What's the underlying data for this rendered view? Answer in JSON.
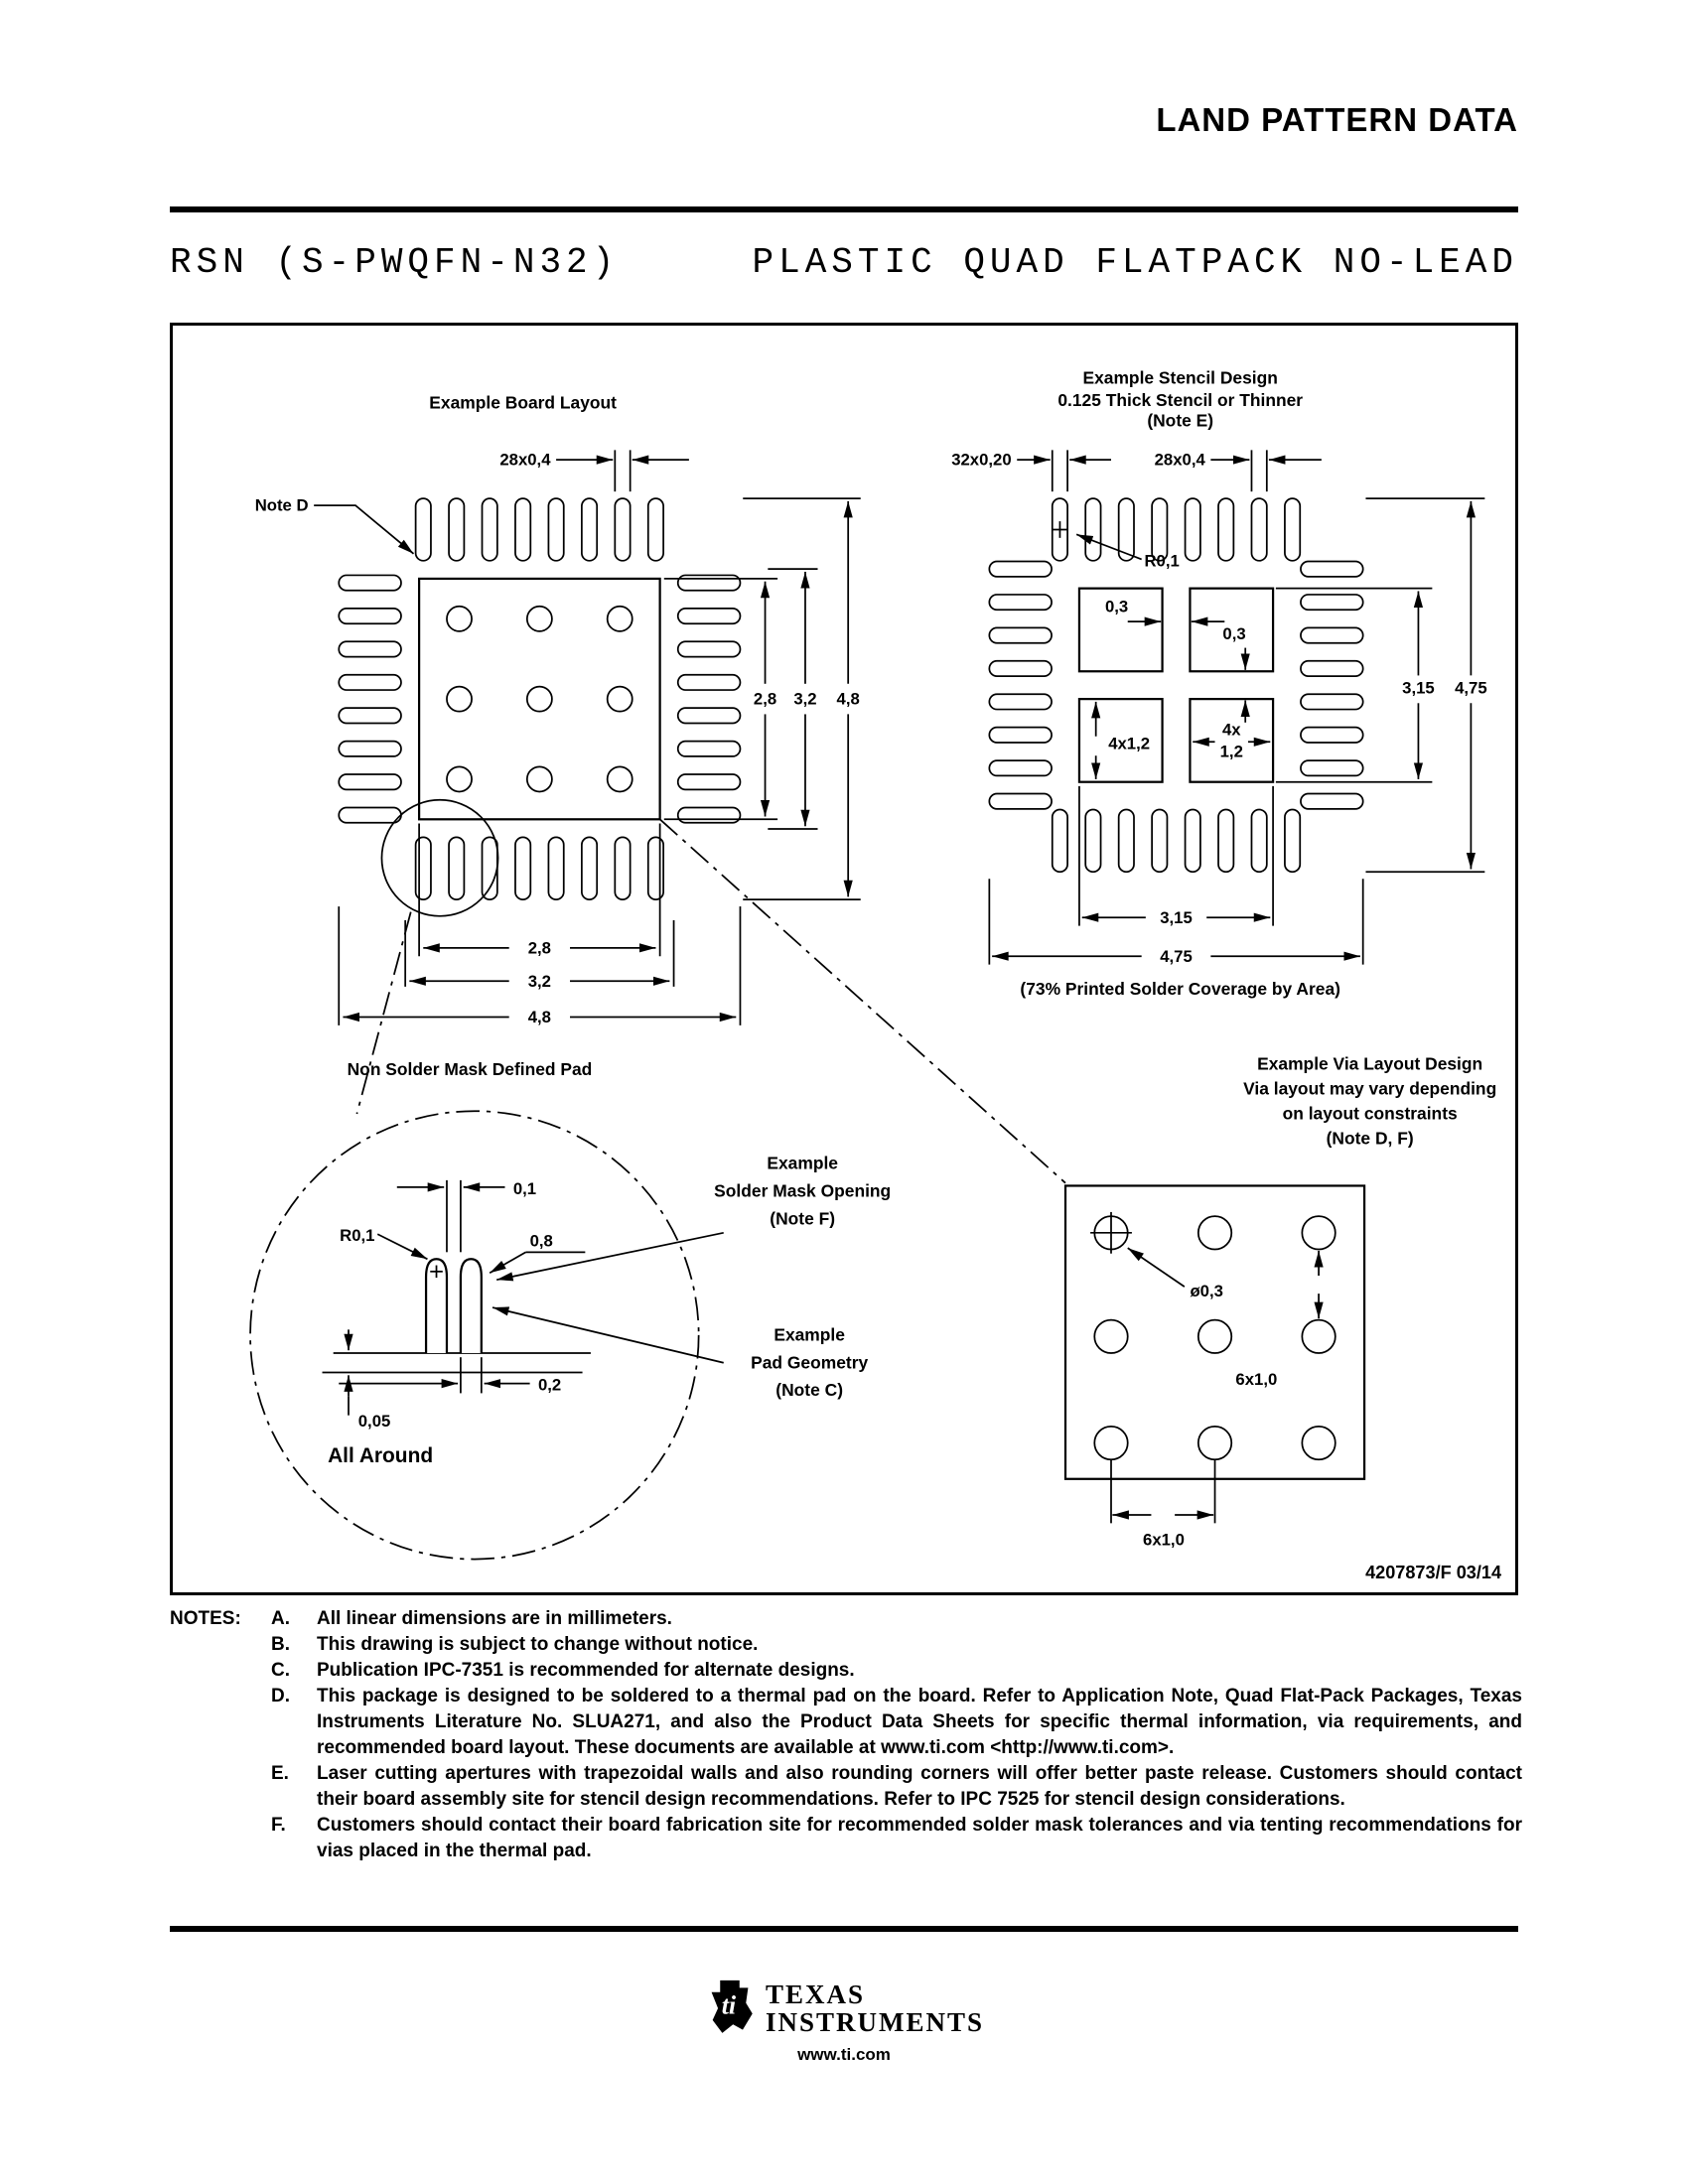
{
  "header": {
    "doc_title": "LAND PATTERN DATA",
    "package_code": "RSN (S-PWQFN-N32)",
    "package_name": "PLASTIC QUAD FLATPACK NO-LEAD"
  },
  "drawing": {
    "board_layout": {
      "title": "Example Board Layout",
      "note_d": "Note D",
      "dim_pads": "28x0,4",
      "dims_right": [
        "2,8",
        "3,2",
        "4,8"
      ],
      "dims_bottom": [
        "2,8",
        "3,2",
        "4,8"
      ]
    },
    "stencil": {
      "title_line1": "Example Stencil Design",
      "title_line2": "0.125 Thick Stencil or Thinner",
      "title_line3": "(Note E)",
      "dim_all_pads": "32x0,20",
      "dim_pads": "28x0,4",
      "radius": "R0,1",
      "gap_h": "0,3",
      "gap_v": "0,3",
      "aperture_v": "4x1,2",
      "aperture_h_line1": "4x",
      "aperture_h_line2": "1,2",
      "dims_right": [
        "3,15",
        "4,75"
      ],
      "dims_bottom": [
        "3,15",
        "4,75"
      ],
      "coverage": "(73% Printed Solder Coverage by Area)"
    },
    "pad_detail": {
      "title": "Non Solder Mask Defined Pad",
      "radius": "R0,1",
      "dim_gap": "0,1",
      "dim_length": "0,8",
      "dim_width": "0,2",
      "dim_offset": "0,05",
      "all_around": "All Around",
      "mask_label_line1": "Example",
      "mask_label_line2": "Solder Mask Opening",
      "mask_label_line3": "(Note F)",
      "pad_label_line1": "Example",
      "pad_label_line2": "Pad Geometry",
      "pad_label_line3": "(Note C)"
    },
    "via_layout": {
      "title_line1": "Example Via Layout Design",
      "title_line2": "Via layout may vary depending",
      "title_line3": "on layout constraints",
      "title_line4": "(Note D, F)",
      "via_diameter": "ø0,3",
      "pitch_v": "6x1,0",
      "pitch_h": "6x1,0"
    },
    "drawing_number": "4207873/F  03/14"
  },
  "notes": {
    "label": "NOTES:",
    "items": [
      {
        "letter": "A.",
        "text": "All linear dimensions are in millimeters."
      },
      {
        "letter": "B.",
        "text": "This drawing is subject to change without notice."
      },
      {
        "letter": "C.",
        "text": "Publication IPC-7351 is recommended for alternate designs."
      },
      {
        "letter": "D.",
        "text": "This package is designed to be soldered to a thermal pad on the board. Refer to Application Note, Quad Flat-Pack Packages, Texas Instruments Literature No. SLUA271, and also the Product Data Sheets for specific thermal information, via requirements, and recommended board layout. These documents are available at www.ti.com <http://www.ti.com>."
      },
      {
        "letter": "E.",
        "text": "Laser cutting apertures with trapezoidal walls and also rounding corners will offer better paste release. Customers should contact their board assembly site for stencil design recommendations. Refer to IPC 7525 for stencil design considerations."
      },
      {
        "letter": "F.",
        "text": "Customers should contact their board fabrication site for recommended solder mask tolerances and via tenting recommendations for vias placed in the thermal pad."
      }
    ]
  },
  "footer": {
    "logo_glyph": "ti",
    "brand_line1": "Texas",
    "brand_line2": "Instruments",
    "url": "www.ti.com"
  }
}
